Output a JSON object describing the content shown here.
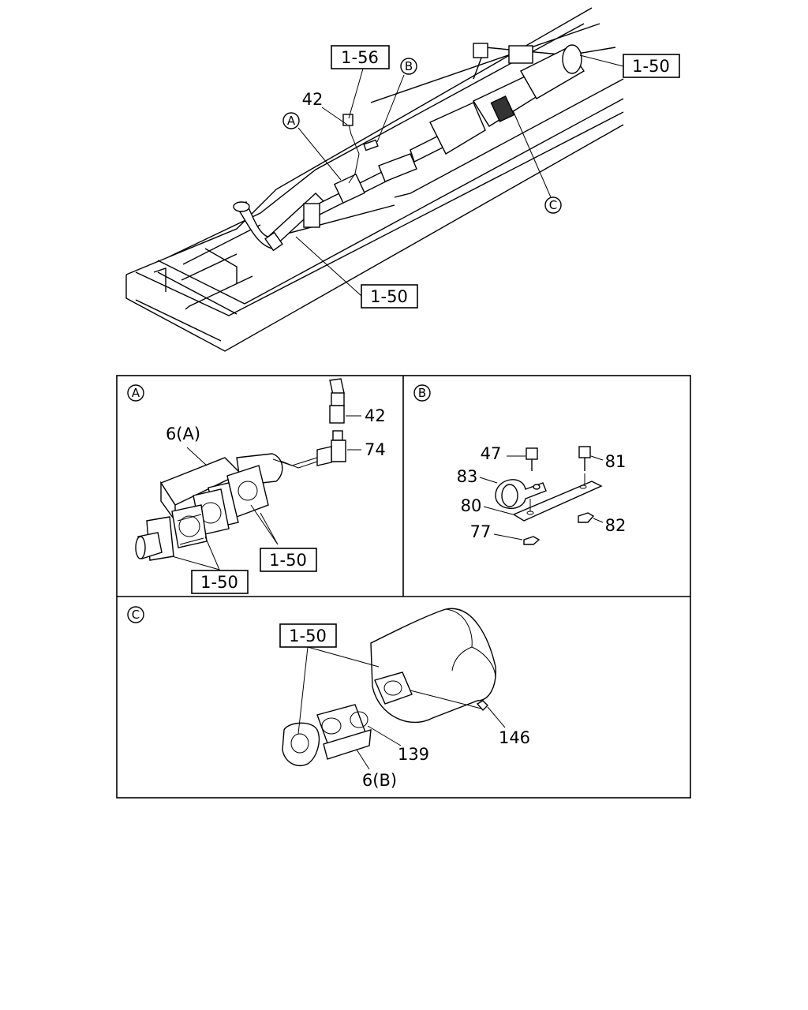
{
  "overview": {
    "ref_1_56": "1-56",
    "ref_1_50_top": "1-50",
    "ref_1_50_bottom": "1-50",
    "part_42": "42",
    "callout_a": "A",
    "callout_b": "B",
    "callout_c": "C"
  },
  "panel_a": {
    "marker": "A",
    "labels": {
      "part_42": "42",
      "part_74": "74",
      "part_6a": "6(A)"
    },
    "refs": {
      "ref_upper": "1-50",
      "ref_lower": "1-50"
    }
  },
  "panel_b": {
    "marker": "B",
    "labels": {
      "part_47": "47",
      "part_81": "81",
      "part_83": "83",
      "part_80": "80",
      "part_77": "77",
      "part_82": "82"
    }
  },
  "panel_c": {
    "marker": "C",
    "labels": {
      "part_146": "146",
      "part_139": "139",
      "part_6b": "6(B)"
    },
    "refs": {
      "ref": "1-50"
    }
  }
}
